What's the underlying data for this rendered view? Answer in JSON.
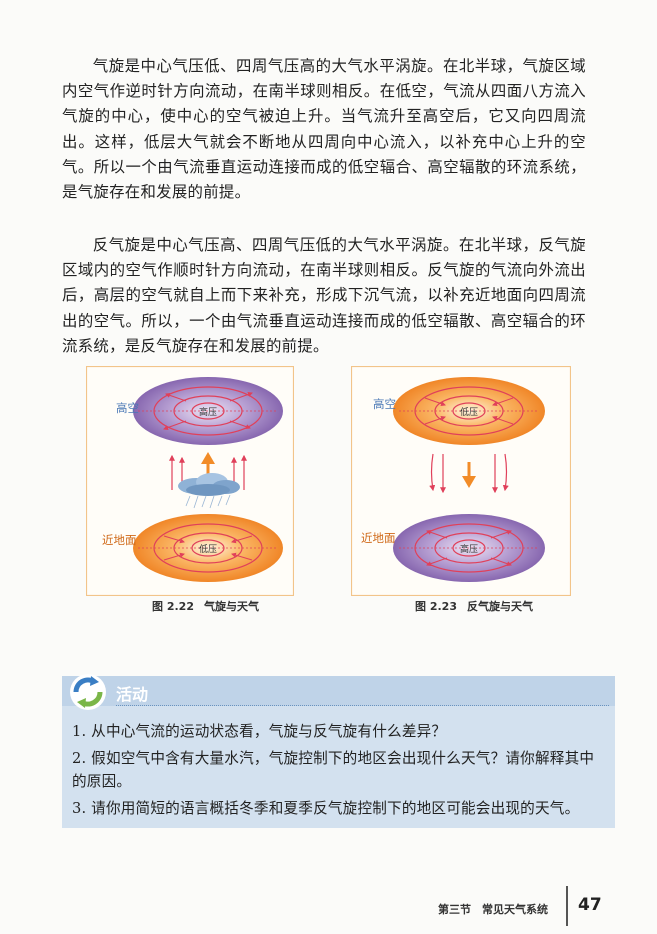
{
  "paragraphs": [
    "气旋是中心气压低、四周气压高的大气水平涡旋。在北半球，气旋区域内空气作逆时针方向流动，在南半球则相反。在低空，气流从四面八方流入气旋的中心，使中心的空气被迫上升。当气流升至高空后，它又向四周流出。这样，低层大气就会不断地从四周向中心流入，以补充中心上升的空气。所以一个由气流垂直运动连接而成的低空辐合、高空辐散的环流系统，是气旋存在和发展的前提。",
    "反气旋是中心气压高、四周气压低的大气水平涡旋。在北半球，反气旋区域内的空气作顺时针方向流动，在南半球则相反。反气旋的气流向外流出后，高层的空气就自上而下来补充，形成下沉气流，以补充近地面向四周流出的空气。所以，一个由气流垂直运动连接而成的低空辐散、高空辐合的环流系统，是反气旋存在和发展的前提。"
  ],
  "figure1": {
    "upper_label": "高空",
    "lower_label": "近地面",
    "upper_center": "高压",
    "lower_center": "低压",
    "caption_num": "图 2.22",
    "caption_title": "气旋与天气"
  },
  "figure2": {
    "upper_label": "高空",
    "lower_label": "近地面",
    "upper_center": "低压",
    "lower_center": "高压",
    "caption_num": "图 2.23",
    "caption_title": "反气旋与天气"
  },
  "activity": {
    "title": "活动",
    "questions": [
      "1. 从中心气流的运动状态看，气旋与反气旋有什么差异？",
      "2. 假如空气中含有大量水汽，气旋控制下的地区会出现什么天气？请你解释其中的原因。",
      "3. 请你用简短的语言概括冬季和夏季反气旋控制下的地区可能会出现的天气。"
    ]
  },
  "footer": {
    "section": "第三节　常见天气系统",
    "page_number": "47"
  },
  "colors": {
    "orange": "#f28c28",
    "purple": "#8a6bb3",
    "label_blue": "#4a78b5",
    "label_orange": "#d06a1a",
    "arrow_red": "#e0405a",
    "activity_bg": "#d3e1ef"
  }
}
